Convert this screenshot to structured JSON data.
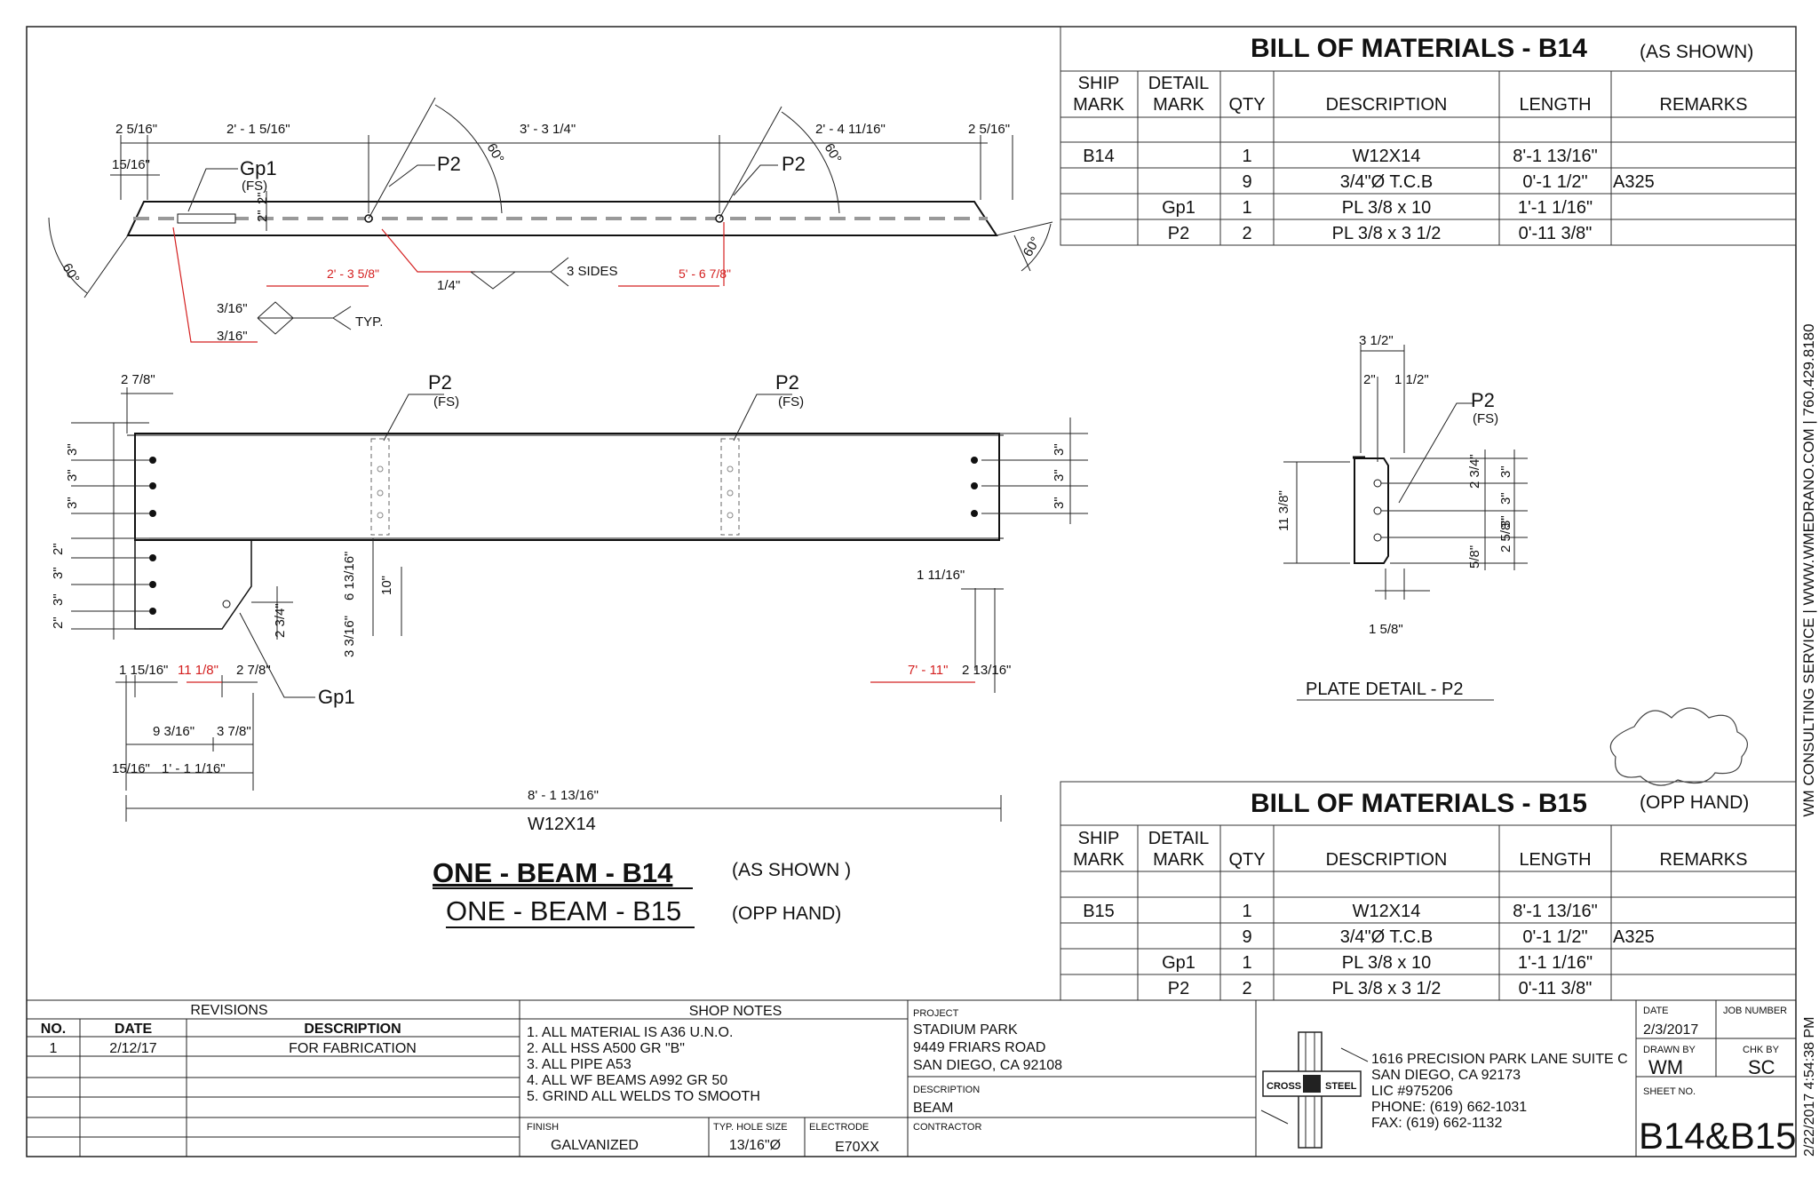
{
  "bom_b14": {
    "title": "BILL OF MATERIALS - B14",
    "subtitle": "(AS SHOWN)",
    "headers": {
      "ship1": "SHIP",
      "ship2": "MARK",
      "detail1": "DETAIL",
      "detail2": "MARK",
      "qty": "QTY",
      "desc": "DESCRIPTION",
      "length": "LENGTH",
      "remarks": "REMARKS"
    },
    "rows": [
      {
        "ship": "B14",
        "detail": "",
        "qty": "1",
        "desc": "W12X14",
        "length": "8'-1 13/16\"",
        "remarks": ""
      },
      {
        "ship": "",
        "detail": "",
        "qty": "9",
        "desc": "3/4\"Ø T.C.B",
        "length": "0'-1 1/2\"",
        "remarks": "A325"
      },
      {
        "ship": "",
        "detail": "Gp1",
        "qty": "1",
        "desc": "PL 3/8 x 10",
        "length": "1'-1 1/16\"",
        "remarks": ""
      },
      {
        "ship": "",
        "detail": "P2",
        "qty": "2",
        "desc": "PL 3/8 x 3 1/2",
        "length": "0'-11 3/8\"",
        "remarks": ""
      }
    ]
  },
  "bom_b15": {
    "title": "BILL OF MATERIALS - B15",
    "subtitle": "(OPP HAND)",
    "headers": {
      "ship1": "SHIP",
      "ship2": "MARK",
      "detail1": "DETAIL",
      "detail2": "MARK",
      "qty": "QTY",
      "desc": "DESCRIPTION",
      "length": "LENGTH",
      "remarks": "REMARKS"
    },
    "rows": [
      {
        "ship": "B15",
        "detail": "",
        "qty": "1",
        "desc": "W12X14",
        "length": "8'-1 13/16\"",
        "remarks": ""
      },
      {
        "ship": "",
        "detail": "",
        "qty": "9",
        "desc": "3/4\"Ø T.C.B",
        "length": "0'-1 1/2\"",
        "remarks": "A325"
      },
      {
        "ship": "",
        "detail": "Gp1",
        "qty": "1",
        "desc": "PL 3/8 x 10",
        "length": "1'-1 1/16\"",
        "remarks": ""
      },
      {
        "ship": "",
        "detail": "P2",
        "qty": "2",
        "desc": "PL 3/8 x 3 1/2",
        "length": "0'-11 3/8\"",
        "remarks": ""
      }
    ]
  },
  "top_view": {
    "dims": [
      "2 5/16\"",
      "2' - 1 5/16\"",
      "3' - 3 1/4\"",
      "2' - 4 11/16\"",
      "2 5/16\"",
      "15/16\""
    ],
    "angle": "60°",
    "labels": {
      "gp1": "Gp1",
      "fs": "(FS)",
      "p2": "P2",
      "two_in": "2\"",
      "two_in_b": "2\""
    },
    "red_dims": [
      "2' - 3 5/8\"",
      "5' - 6 7/8\""
    ],
    "weld": {
      "size_quarter": "1/4\"",
      "three_sides": "3 SIDES",
      "size_a": "3/16\"",
      "size_b": "3/16\"",
      "typ": "TYP."
    }
  },
  "elevation": {
    "dims": {
      "top_left": "2 7/8\"",
      "three": "3\"",
      "two": "2\"",
      "d_6_13": "6 13/16\"",
      "d_10": "10\"",
      "d_2_34": "2 3/4\"",
      "d_3_3": "3 3/16\"",
      "d_1_11": "1 11/16\"",
      "d_1_15": "1 15/16\"",
      "d_2_78": "2 7/8\"",
      "d_2_13": "2 13/16\"",
      "d_9_3": "9 3/16\"",
      "d_3_78": "3 7/8\"",
      "d_15_16": "15/16\"",
      "d_1_1": "1' - 1 1/16\"",
      "overall": "8' - 1 13/16\"",
      "member": "W12X14"
    },
    "red": {
      "d_11_8": "11 1/8\"",
      "d_7_11": "7' - 11\""
    },
    "labels": {
      "p2": "P2",
      "fs": "(FS)",
      "gp1": "Gp1"
    }
  },
  "titles": {
    "line1": "ONE -  BEAM -  B14",
    "line1_note": "(AS SHOWN )",
    "line2": "ONE - BEAM - B15",
    "line2_note": "(OPP HAND)"
  },
  "plate_detail": {
    "title": "PLATE DETAIL - P2",
    "dims": {
      "w": "3 1/2\"",
      "a": "2\"",
      "b": "1 1/2\"",
      "h": "11 3/8\"",
      "c": "2 3/4\"",
      "d": "3\"",
      "e": "3\"",
      "f": "2 5/8\"",
      "g": "3\"",
      "h2": "5/8\"",
      "bottom": "1 5/8\""
    },
    "labels": {
      "p2": "P2",
      "fs": "(FS)"
    }
  },
  "side_text": "WM  CONSULTING SERVICE | WWW.WMEDRANO.COM | 760.429.8180",
  "side_date": "2/22/2017 4:54:38 PM",
  "revisions": {
    "title": "REVISIONS",
    "headers": [
      "NO.",
      "DATE",
      "DESCRIPTION"
    ],
    "rows": [
      {
        "no": "1",
        "date": "2/12/17",
        "desc": "FOR FABRICATION"
      }
    ]
  },
  "shop_notes": {
    "title": "SHOP NOTES",
    "notes": [
      "1. ALL MATERIAL IS A36 U.N.O.",
      "2. ALL HSS A500 GR \"B\"",
      "3. ALL PIPE A53",
      "4. ALL WF BEAMS A992 GR 50",
      "5. GRIND ALL WELDS TO SMOOTH"
    ],
    "finish_label": "FINISH",
    "finish": "GALVANIZED",
    "hole_label": "TYP. HOLE SIZE",
    "hole": "13/16\"Ø",
    "electrode_label": "ELECTRODE",
    "electrode": "E70XX"
  },
  "project": {
    "label": "PROJECT",
    "lines": [
      "STADIUM PARK",
      "9449 FRIARS ROAD",
      "SAN DIEGO, CA 92108"
    ],
    "desc_label": "DESCRIPTION",
    "desc": "BEAM",
    "contractor_label": "CONTRACTOR"
  },
  "company": {
    "logo_left": "CROSS",
    "logo_right": "STEEL",
    "lines": [
      "1616 PRECISION PARK LANE SUITE C",
      "SAN DIEGO, CA 92173",
      "LIC #975206",
      "PHONE: (619) 662-1031",
      "FAX: (619) 662-1132"
    ]
  },
  "sheet": {
    "date_label": "DATE",
    "date": "2/3/2017",
    "job_label": "JOB NUMBER",
    "drawn_label": "DRAWN BY",
    "drawn": "WM",
    "chk_label": "CHK BY",
    "chk": "SC",
    "sheet_label": "SHEET NO.",
    "sheet": "B14&B15"
  }
}
